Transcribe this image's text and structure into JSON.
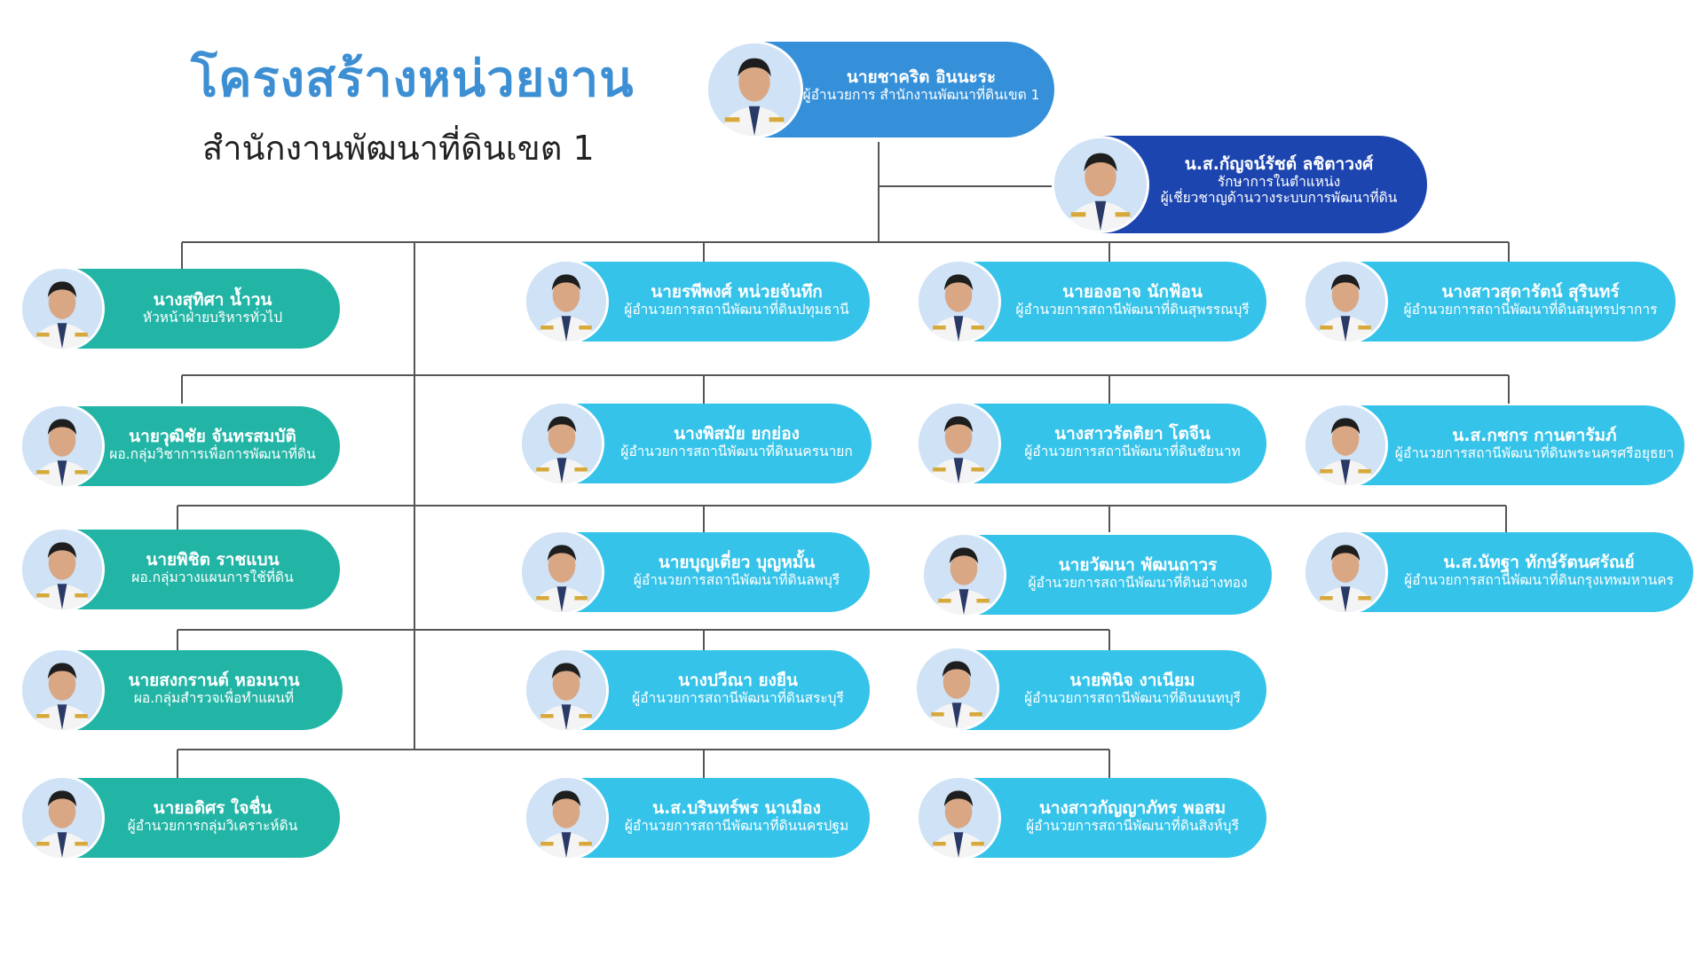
{
  "header": {
    "title": "โครงสร้างหน่วยงาน",
    "subtitle": "สำนักงานพัฒนาที่ดินเขต 1"
  },
  "colors": {
    "title": "#3d8fd3",
    "director_card": "#3590d9",
    "expert_card": "#1d45b0",
    "admin_card": "#22b5a6",
    "station_card": "#36c3ea",
    "connector": "#555555"
  },
  "director": {
    "name": "นายชาคริต  อินนะระ",
    "role": "ผู้อำนวยการ สำนักงานพัฒนาที่ดินเขต 1"
  },
  "expert": {
    "name": "น.ส.กัญจน์รัชต์ ลชิตาวงศ์",
    "role_line1": "รักษาการในตำแหน่ง",
    "role_line2": "ผู้เชี่ยวชาญด้านวางระบบการพัฒนาที่ดิน"
  },
  "admin_column": [
    {
      "name": "นางสุทิศา น้ำวน",
      "role": "หัวหน้าฝ่ายบริหารทั่วไป"
    },
    {
      "name": "นายวุฒิชัย จันทรสมบัติ",
      "role": "ผอ.กลุ่มวิชาการเพื่อการพัฒนาที่ดิน"
    },
    {
      "name": "นายพิชิต ราชแบน",
      "role": "ผอ.กลุ่มวางแผนการใช้ที่ดิน"
    },
    {
      "name": "นายสงกรานต์ หอมนาน",
      "role": "ผอ.กลุ่มสำรวจเพื่อทำแผนที่"
    },
    {
      "name": "นายอดิศร ใจชื่น",
      "role": "ผู้อำนวยการกลุ่มวิเคราะห์ดิน"
    }
  ],
  "stations": [
    {
      "name": "นายรพีพงศ์ หน่วยจันทึก",
      "role": "ผู้อำนวยการสถานีพัฒนาที่ดินปทุมธานี"
    },
    {
      "name": "นายองอาจ นักฟ้อน",
      "role": "ผู้อำนวยการสถานีพัฒนาที่ดินสุพรรณบุรี"
    },
    {
      "name": "นางสาวสุดารัตน์ สุรินทร์",
      "role": "ผู้อำนวยการสถานีพัฒนาที่ดินสมุทรปราการ"
    },
    {
      "name": "นางพิสมัย ยกย่อง",
      "role": "ผู้อำนวยการสถานีพัฒนาที่ดินนครนายก"
    },
    {
      "name": "นางสาวรัตติยา โตจีน",
      "role": "ผู้อำนวยการสถานีพัฒนาที่ดินชัยนาท"
    },
    {
      "name": "น.ส.กชกร กานตารัมภ์",
      "role": "ผู้อำนวยการสถานีพัฒนาที่ดินพระนครศรีอยุธยา"
    },
    {
      "name": "นายบุญเตี่ยว บุญหมั้น",
      "role": "ผู้อำนวยการสถานีพัฒนาที่ดินลพบุรี"
    },
    {
      "name": "นายวัฒนา พัฒนถาวร",
      "role": "ผู้อำนวยการสถานีพัฒนาที่ดินอ่างทอง"
    },
    {
      "name": "น.ส.นัทฐา ทักษ์รัตนศรัณย์",
      "role": "ผู้อำนวยการสถานีพัฒนาที่ดินกรุงเทพมหานคร"
    },
    {
      "name": "นางปวีณา ยงยืน",
      "role": "ผู้อำนวยการสถานีพัฒนาที่ดินสระบุรี"
    },
    {
      "name": "นายพินิจ งาเนียม",
      "role": "ผู้อำนวยการสถานีพัฒนาที่ดินนนทบุรี"
    },
    {
      "name": "น.ส.บรินทร์พร นาเมือง",
      "role": "ผู้อำนวยการสถานีพัฒนาที่ดินนครปฐม"
    },
    {
      "name": "นางสาวกัญญาภัทร พอสม",
      "role": "ผู้อำนวยการสถานีพัฒนาที่ดินสิงห์บุรี"
    }
  ]
}
